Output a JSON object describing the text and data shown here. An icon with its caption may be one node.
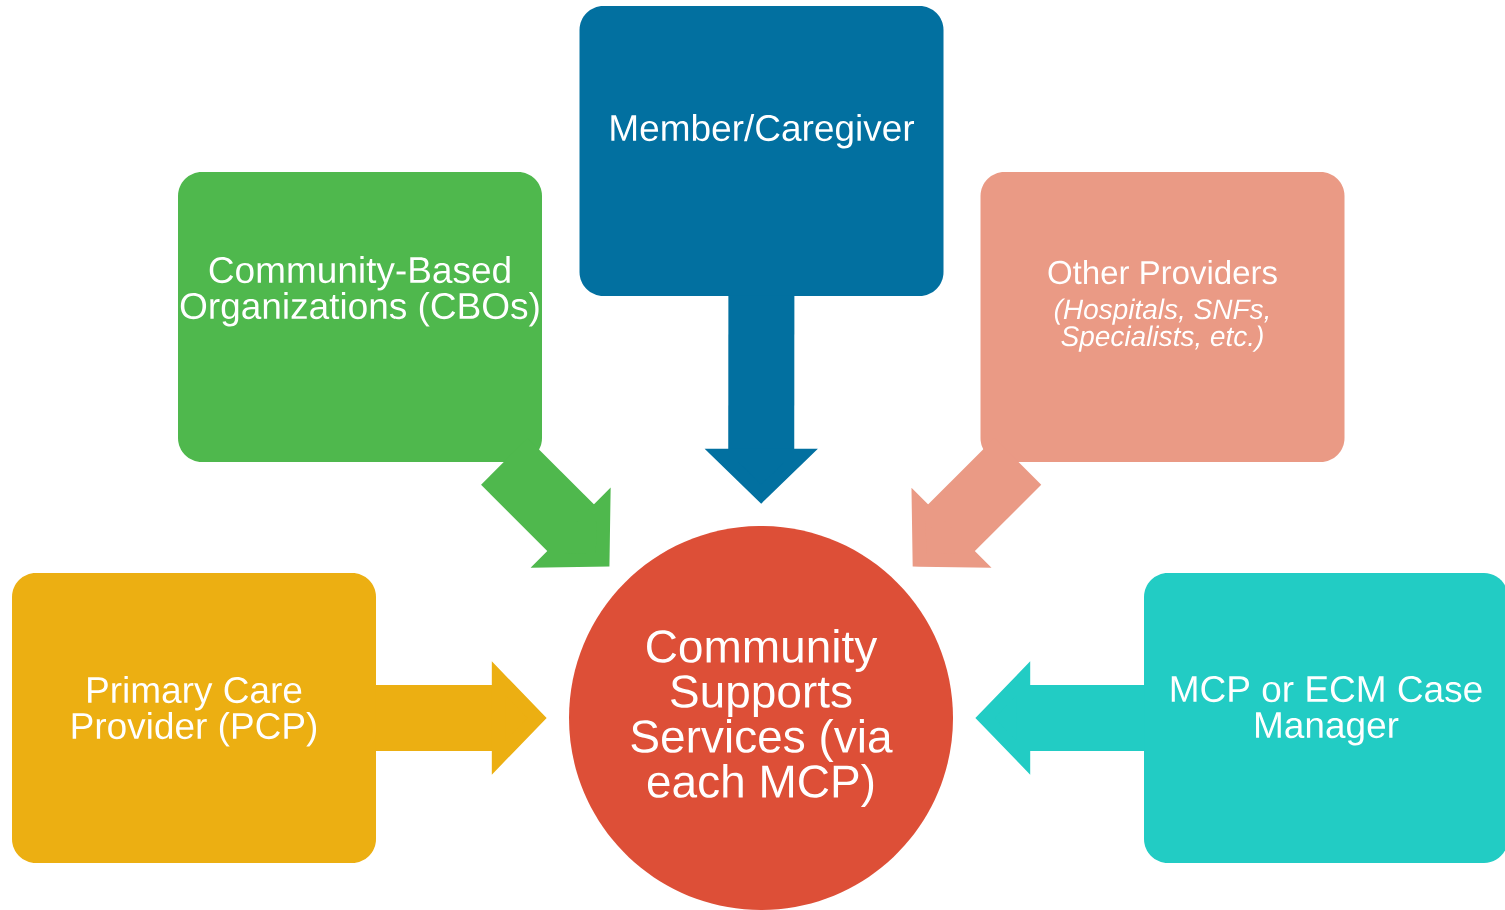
{
  "diagram": {
    "nodes": [
      {
        "text": [
          "Member/Caregiver"
        ]
      },
      {
        "text": [
          "Community-Based Organizations (CBOs)"
        ]
      },
      {
        "text": [
          "Other Providers",
          "(Hospitals, SNFs, Specialists, etc.)"
        ]
      },
      {
        "text": [
          "Primary Care Provider (PCP)"
        ]
      },
      {
        "text": [
          "Community Supports Services (via each MCP)"
        ]
      },
      {
        "text": [
          "MCP or ECM Case Manager"
        ]
      }
    ],
    "edges": [
      {
        "from": 0,
        "to": 4,
        "arrow": "to",
        "color": "#0270a0"
      },
      {
        "from": 1,
        "to": 4,
        "arrow": "to",
        "color": "#4fb84d"
      },
      {
        "from": 2,
        "to": 4,
        "arrow": "to",
        "color": "#ea9a85"
      },
      {
        "from": 3,
        "to": 4,
        "arrow": "to",
        "color": "#ecaf12"
      },
      {
        "from": 5,
        "to": 4,
        "arrow": "to",
        "color": "#22ccc4"
      }
    ]
  }
}
